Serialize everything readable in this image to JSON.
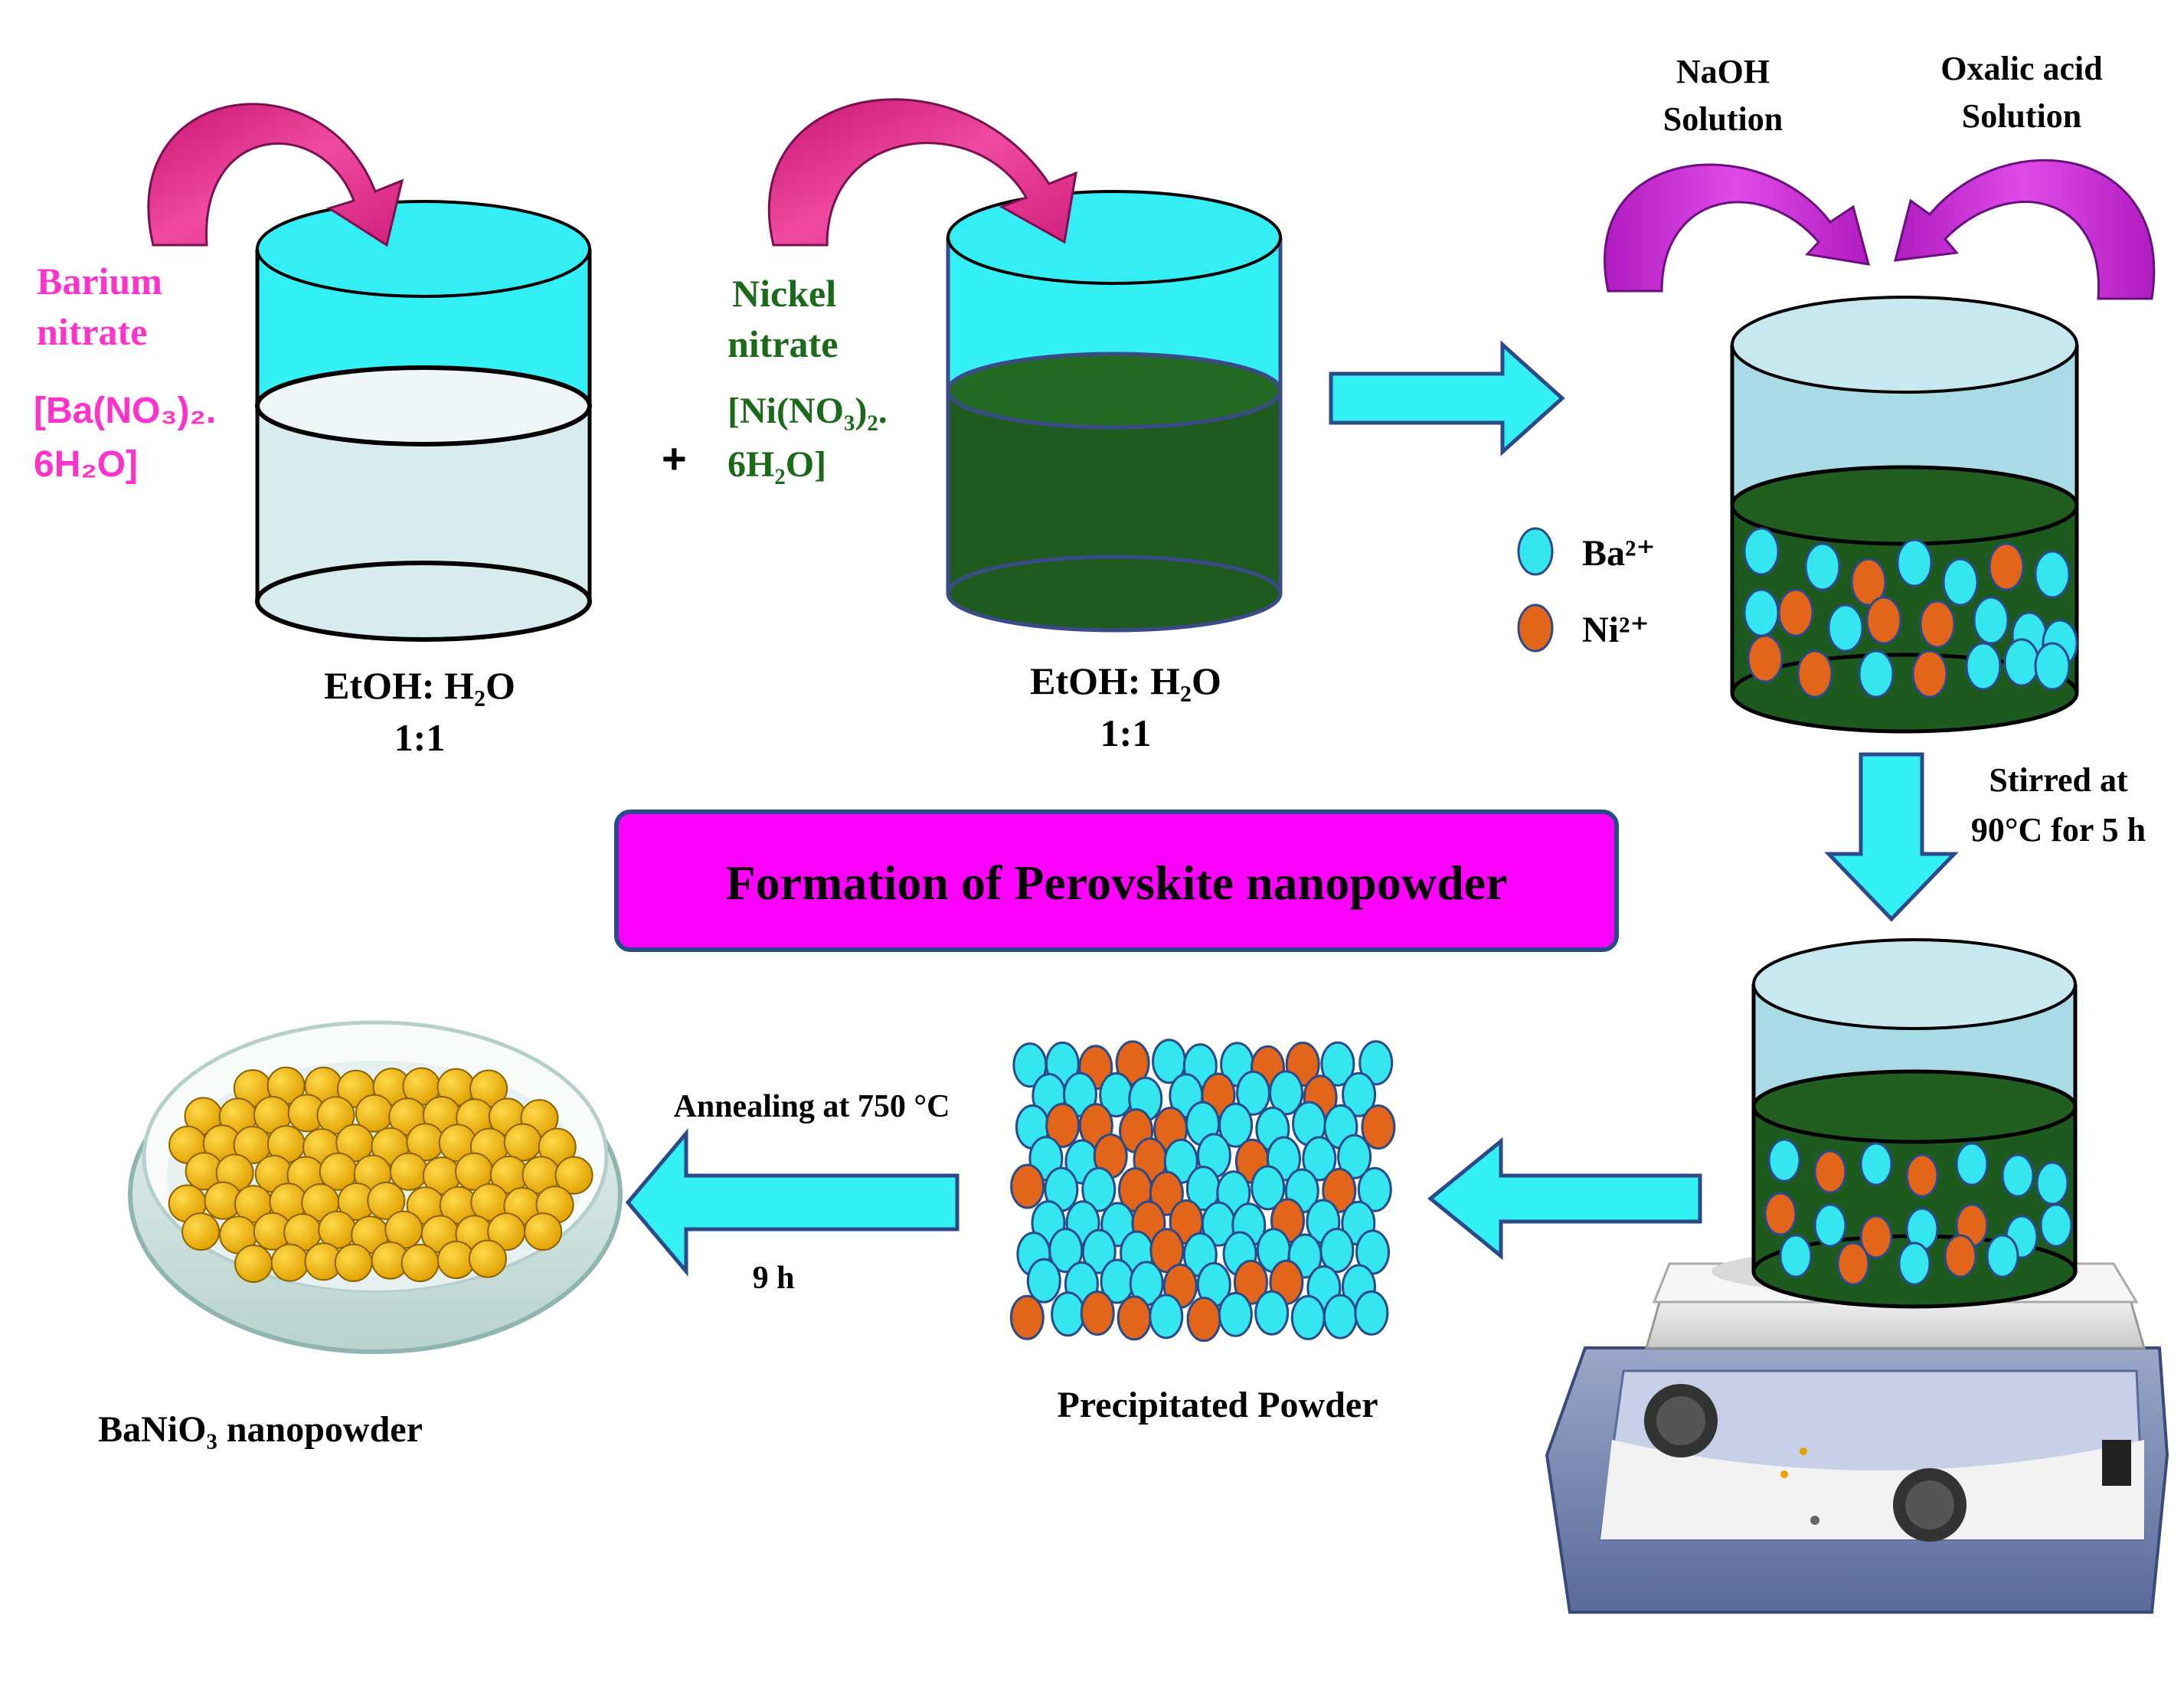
{
  "labels": {
    "barium_name": "Barium nitrate",
    "barium_name_line1": "Barium",
    "barium_name_line2": "nitrate",
    "barium_formula_line1": "[Ba(NO₃)₂.",
    "barium_formula_line2": "6H₂O]",
    "plus": "+",
    "nickel_name_line1": "Nickel",
    "nickel_name_line2": "nitrate",
    "nickel_formula_line1": "[Ni(NO₃)₂.",
    "nickel_formula_line2": "6H₂O]",
    "solvent_1_line1": "EtOH: H₂O",
    "solvent_1_line2": "1:1",
    "solvent_2_line1": "EtOH: H₂O",
    "solvent_2_line2": "1:1",
    "naoh_line1": "NaOH",
    "naoh_line2": "Solution",
    "oxalic_line1": "Oxalic acid",
    "oxalic_line2": "Solution",
    "legend_ba": "Ba²⁺",
    "legend_ni": "Ni²⁺",
    "stir_line1": "Stirred at",
    "stir_line2": "90°C for 5 h",
    "title_box": "Formation of Perovskite nanopowder",
    "annealing": "Annealing at 750 °C",
    "anneal_time": "9 h",
    "precipitate": "Precipitated Powder",
    "product": "BaNiO₃ nanopowder"
  },
  "colors": {
    "magenta": "#ff33cc",
    "title_box_fill": "#ff00ff",
    "nickel_green": "#1a6a1a",
    "solution_green": "#1d5a1d",
    "cyan": "#33e6f0",
    "orange": "#e3651a",
    "gold": "#f2b400",
    "arrow_pink": "#e8338f"
  },
  "icons": [
    "curved-arrow-icon",
    "block-arrow-icon",
    "beaker-icon",
    "petri-dish-icon",
    "hot-plate-stirrer-icon"
  ]
}
